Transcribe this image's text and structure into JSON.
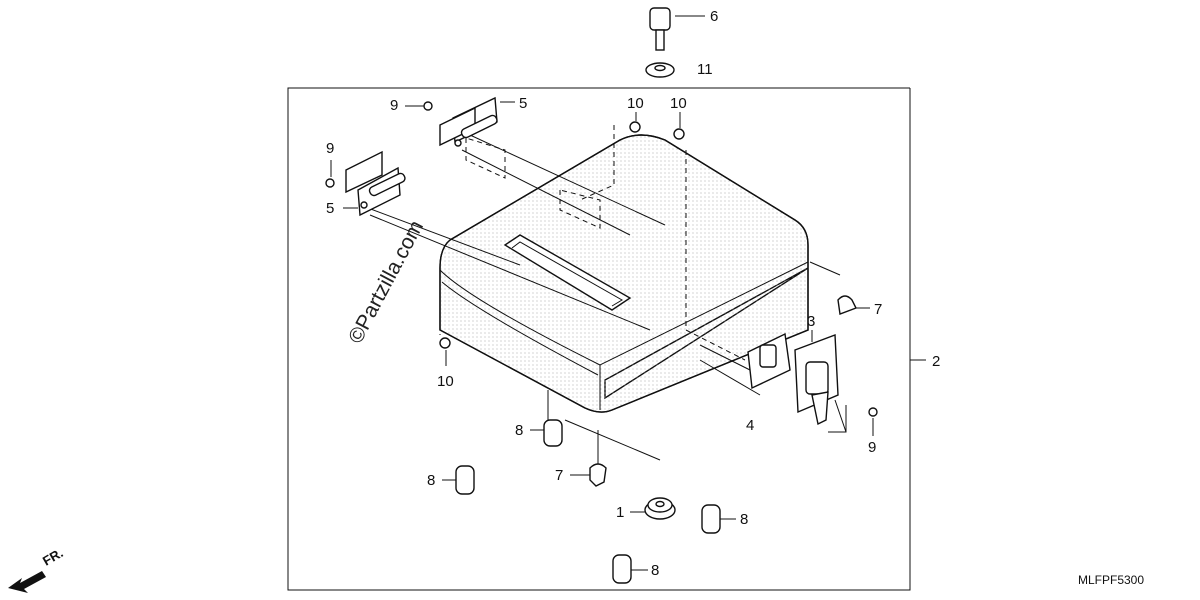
{
  "callouts": {
    "c1": "1",
    "c2": "2",
    "c3": "3",
    "c4": "4",
    "c5a": "5",
    "c5b": "5",
    "c6": "6",
    "c7a": "7",
    "c7b": "7",
    "c8a": "8",
    "c8b": "8",
    "c8c": "8",
    "c8d": "8",
    "c9a": "9",
    "c9b": "9",
    "c9c": "9",
    "c10a": "10",
    "c10b": "10",
    "c10c": "10",
    "c11": "11"
  },
  "watermark": "©Partzilla.com",
  "diagram_code": "MLFPF5300",
  "front_marker": "FR."
}
